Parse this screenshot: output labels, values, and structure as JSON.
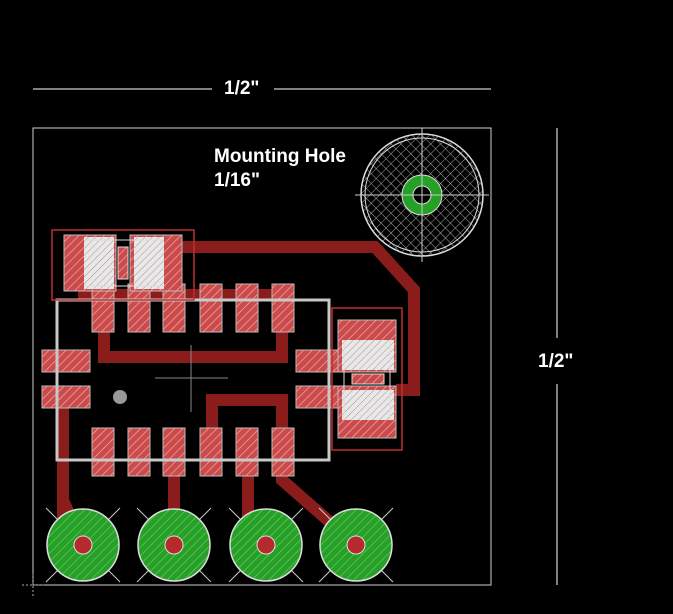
{
  "dimensions": {
    "width_label": "1/2\"",
    "height_label": "1/2\""
  },
  "mounting_hole": {
    "title": "Mounting Hole",
    "size": "1/16\""
  },
  "colors": {
    "background": "#000000",
    "trace": "#8b1c1c",
    "pad": "#c94b4b",
    "via_copper": "#27a027",
    "outline": "#c8c8c8",
    "text": "#ffffff"
  }
}
